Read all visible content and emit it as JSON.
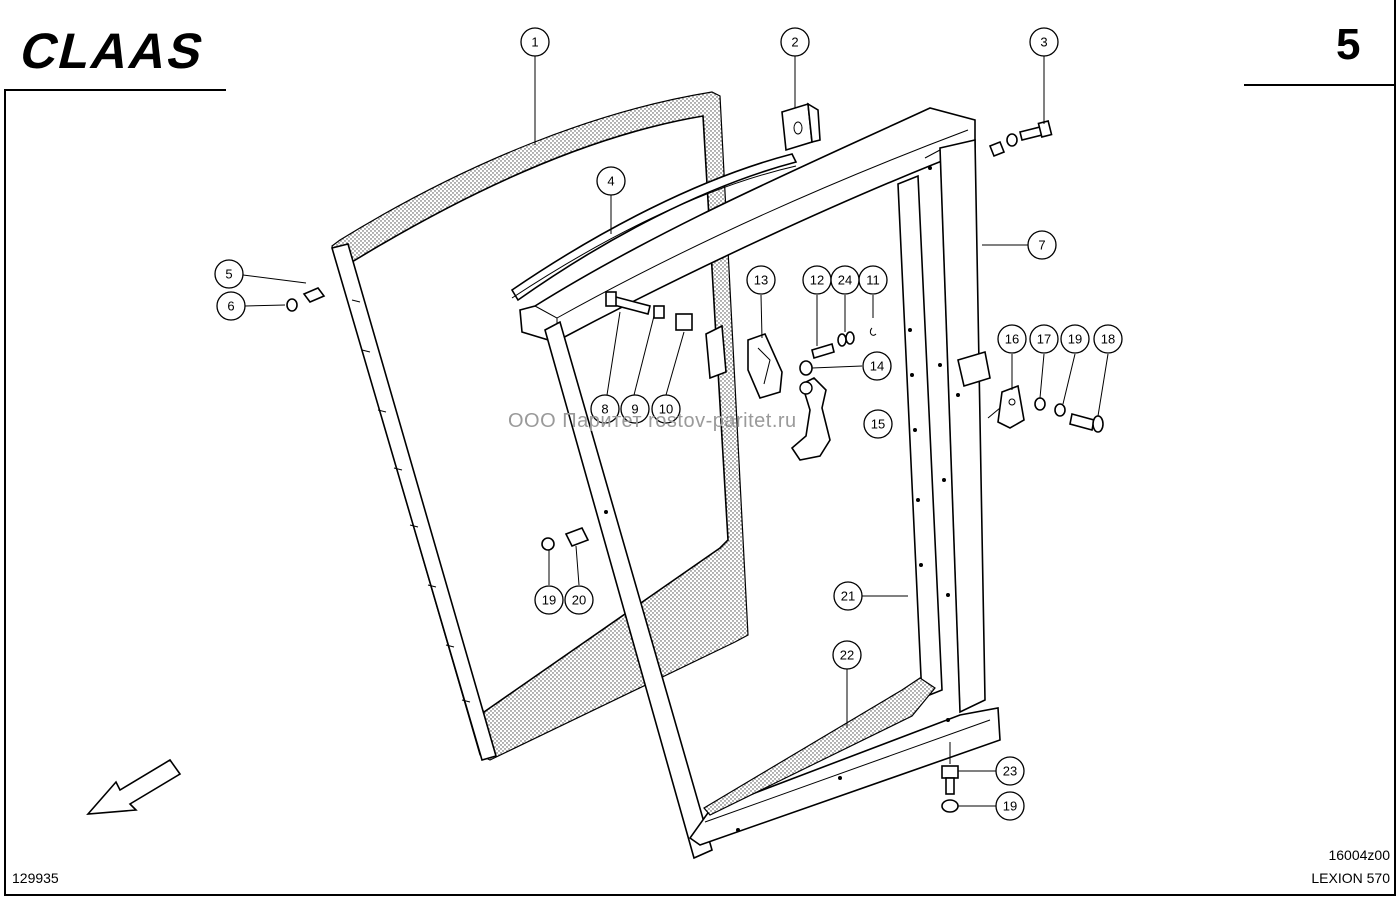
{
  "brand": {
    "logo_text": "CLAAS"
  },
  "page": {
    "number": "5"
  },
  "footer": {
    "drawing_id": "129935",
    "figure_code": "16004z00",
    "model": "LEXION 570"
  },
  "watermark": {
    "text": "ООО Паритет    rostov-paritet.ru"
  },
  "callouts": [
    {
      "label": "1"
    },
    {
      "label": "2"
    },
    {
      "label": "3"
    },
    {
      "label": "4"
    },
    {
      "label": "5"
    },
    {
      "label": "6"
    },
    {
      "label": "7"
    },
    {
      "label": "8"
    },
    {
      "label": "9"
    },
    {
      "label": "10"
    },
    {
      "label": "11"
    },
    {
      "label": "12"
    },
    {
      "label": "24"
    },
    {
      "label": "13"
    },
    {
      "label": "14"
    },
    {
      "label": "15"
    },
    {
      "label": "16"
    },
    {
      "label": "17"
    },
    {
      "label": "19"
    },
    {
      "label": "18"
    },
    {
      "label": "19"
    },
    {
      "label": "20"
    },
    {
      "label": "21"
    },
    {
      "label": "22"
    },
    {
      "label": "23"
    },
    {
      "label": "19"
    }
  ]
}
